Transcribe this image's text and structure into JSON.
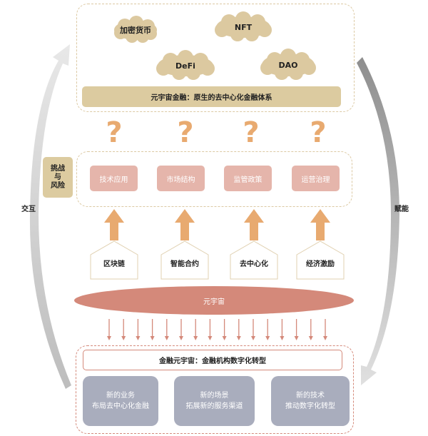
{
  "top": {
    "clouds": [
      "加密货币",
      "NFT",
      "DeFi",
      "DAO"
    ],
    "bar": "元宇宙金融：原生的去中心化金融体系"
  },
  "question_mark": "?",
  "challenge_label": [
    "挑战",
    "与",
    "风险"
  ],
  "challenges": [
    "技术应用",
    "市场结构",
    "监管政策",
    "运营治理"
  ],
  "foundations": [
    "区块链",
    "智能合约",
    "去中心化",
    "经济激励"
  ],
  "metaverse": "元宇宙",
  "bottom": {
    "bar": "金融元宇宙：金融机构数字化转型",
    "boxes": [
      {
        "line1": "新的业务",
        "line2": "布局去中心化金融"
      },
      {
        "line1": "新的场景",
        "line2": "拓展新的服务渠道"
      },
      {
        "line1": "新的技术",
        "line2": "推动数字化转型"
      }
    ]
  },
  "side_labels": {
    "left": "交互",
    "right": "赋能"
  },
  "colors": {
    "tan": "#dccba0",
    "pink": "#e5b5ab",
    "orange": "#e8aa70",
    "salmon": "#d4897a",
    "gray": "#a9adbd"
  }
}
